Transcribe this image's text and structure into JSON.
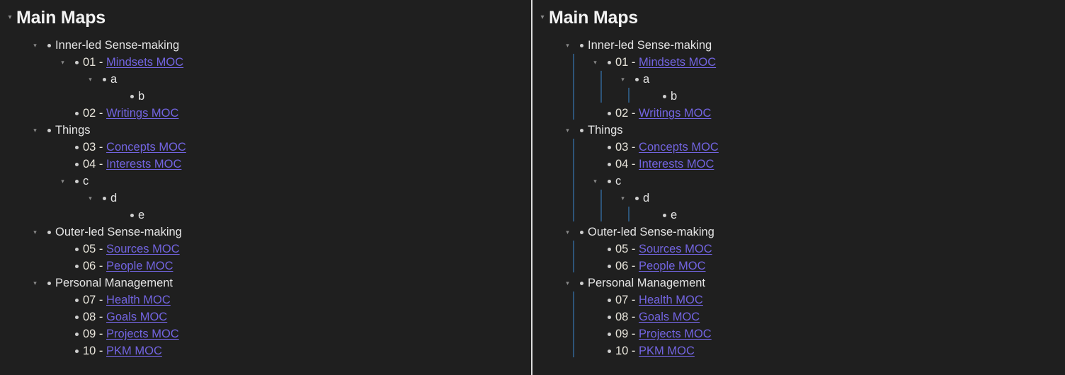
{
  "meta": {
    "background_color": "#1f1f1f",
    "divider_color": "#dcdcdc",
    "guide_line_color": "#2d5478",
    "link_color": "#7264e0",
    "text_color": "#e4e4e4",
    "number_color": "#e9e6dc",
    "bullet_color": "#cfcfcf",
    "fold_arrow_color": "#8a8a8a"
  },
  "header": {
    "title": "Main Maps",
    "fold_icon": "▾"
  },
  "icons": {
    "fold_open": "▾",
    "bullet": "•"
  },
  "tree": [
    {
      "id": "inner-led-sense-making",
      "label": "Inner-led Sense-making",
      "type": "text",
      "collapsible": true,
      "children": [
        {
          "id": "01-mindsets-moc",
          "type": "link",
          "number": "01 -",
          "link": "Mindsets MOC",
          "collapsible": true,
          "children": [
            {
              "id": "a",
              "label": "a",
              "type": "text",
              "collapsible": true,
              "children": [
                {
                  "id": "b",
                  "label": "b",
                  "type": "text",
                  "collapsible": false,
                  "children": []
                }
              ]
            }
          ]
        },
        {
          "id": "02-writings-moc",
          "type": "link",
          "number": "02 -",
          "link": "Writings MOC",
          "collapsible": false,
          "children": []
        }
      ]
    },
    {
      "id": "things",
      "label": "Things",
      "type": "text",
      "collapsible": true,
      "children": [
        {
          "id": "03-concepts-moc",
          "type": "link",
          "number": "03 -",
          "link": "Concepts MOC",
          "collapsible": false,
          "children": []
        },
        {
          "id": "04-interests-moc",
          "type": "link",
          "number": "04 -",
          "link": "Interests MOC",
          "collapsible": false,
          "children": []
        },
        {
          "id": "c",
          "label": "c",
          "type": "text",
          "collapsible": true,
          "children": [
            {
              "id": "d",
              "label": "d",
              "type": "text",
              "collapsible": true,
              "children": [
                {
                  "id": "e",
                  "label": "e",
                  "type": "text",
                  "collapsible": false,
                  "children": []
                }
              ]
            }
          ]
        }
      ]
    },
    {
      "id": "outer-led-sense-making",
      "label": "Outer-led Sense-making",
      "type": "text",
      "collapsible": true,
      "children": [
        {
          "id": "05-sources-moc",
          "type": "link",
          "number": "05 -",
          "link": "Sources MOC",
          "collapsible": false,
          "children": []
        },
        {
          "id": "06-people-moc",
          "type": "link",
          "number": "06 -",
          "link": "People MOC",
          "collapsible": false,
          "children": []
        }
      ]
    },
    {
      "id": "personal-management",
      "label": "Personal Management",
      "type": "text",
      "collapsible": true,
      "children": [
        {
          "id": "07-health-moc",
          "type": "link",
          "number": "07 -",
          "link": "Health MOC",
          "collapsible": false,
          "children": []
        },
        {
          "id": "08-goals-moc",
          "type": "link",
          "number": "08 -",
          "link": "Goals MOC",
          "collapsible": false,
          "children": []
        },
        {
          "id": "09-projects-moc",
          "type": "link",
          "number": "09 -",
          "link": "Projects MOC",
          "collapsible": false,
          "children": []
        },
        {
          "id": "10-pkm-moc",
          "type": "link",
          "number": "10 -",
          "link": "PKM MOC",
          "collapsible": false,
          "children": []
        }
      ]
    }
  ],
  "panels": [
    {
      "id": "left",
      "show_indent_guides": false
    },
    {
      "id": "right",
      "show_indent_guides": true
    }
  ]
}
